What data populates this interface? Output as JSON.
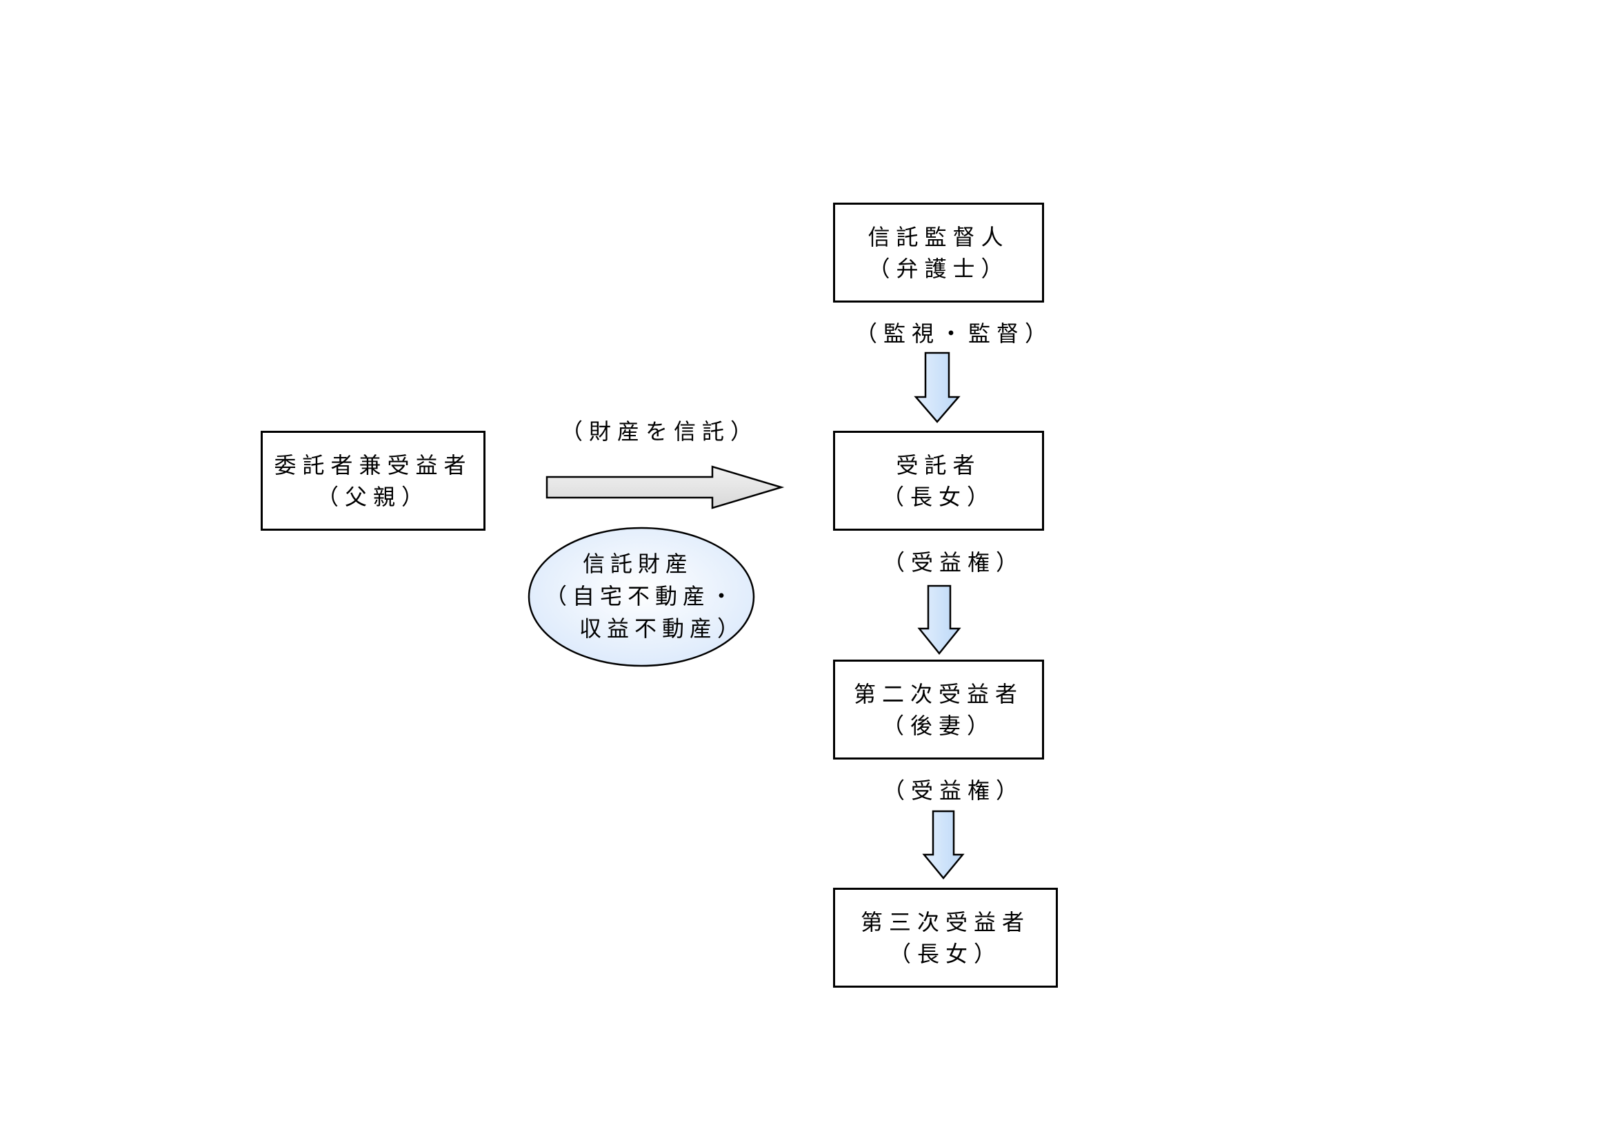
{
  "nodes": {
    "settlor": {
      "line1": "委託者兼受益者",
      "line2": "（父親）"
    },
    "supervisor": {
      "line1": "信託監督人",
      "line2": "（弁護士）"
    },
    "trustee": {
      "line1": "受託者",
      "line2": "（長女）"
    },
    "second_beneficiary": {
      "line1": "第二次受益者",
      "line2": "（後妻）"
    },
    "third_beneficiary": {
      "line1": "第三次受益者",
      "line2": "（長女）"
    }
  },
  "property": {
    "line1": "信託財産",
    "line2": "（自宅不動産・",
    "line3": "収益不動産）"
  },
  "edges": {
    "entrust": "（財産を信託）",
    "supervise": "（監視・監督）",
    "benefit_1": "（受益権）",
    "benefit_2": "（受益権）"
  },
  "colors": {
    "arrow_blue": "#cfe4fb",
    "arrow_grey": "#e4e4e4",
    "ellipse_fill": "#e9f2fd",
    "stroke": "#000000"
  }
}
